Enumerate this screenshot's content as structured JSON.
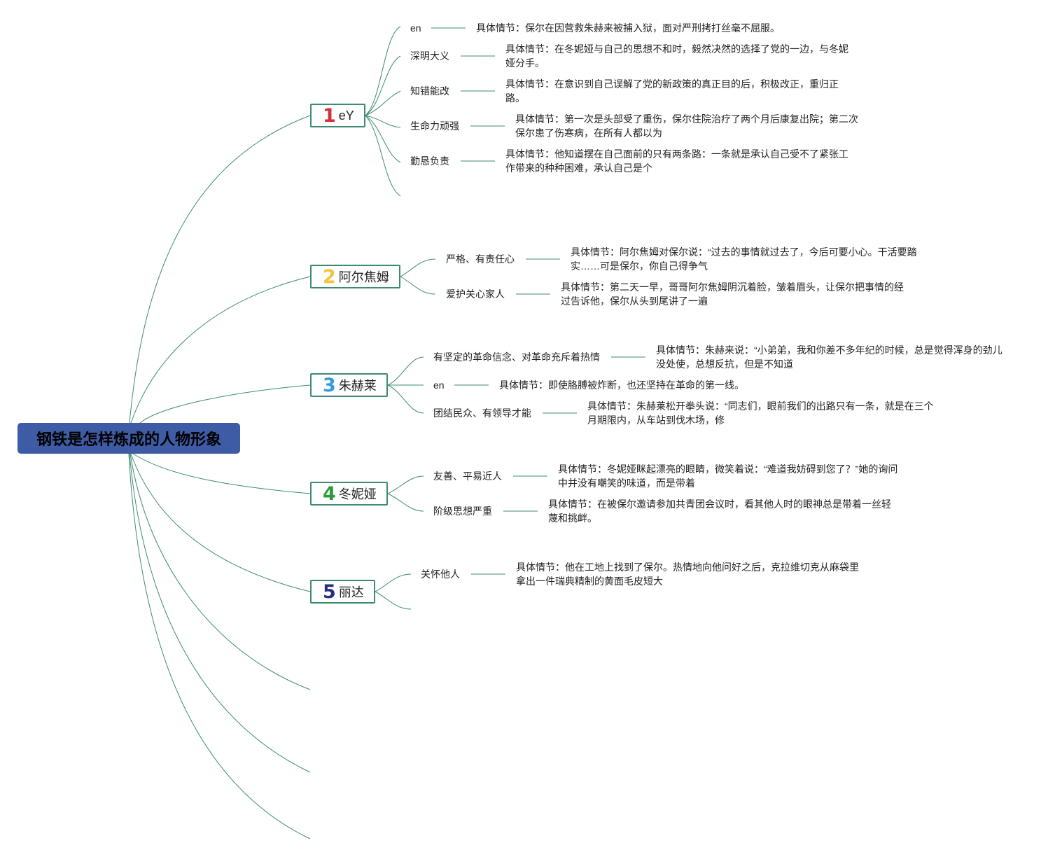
{
  "root": {
    "title": "钢铁是怎样炼成的人物形象"
  },
  "colors": {
    "root_fill": "#3e5ba5",
    "line": "#3f8a72",
    "num1": "#d32f3a",
    "num2": "#f2c53d",
    "num3": "#3a9ad9",
    "num4": "#2f9a3a",
    "num5": "#24307a"
  },
  "branches": [
    {
      "num": "1",
      "name": "eY",
      "traits": [
        {
          "label": "en",
          "detail": "具体情节：保尔在因营救朱赫来被捕入狱，面对严刑拷打丝毫不屈服。"
        },
        {
          "label": "深明大义",
          "detail": "具体情节：在冬妮娅与自己的思想不和时，毅然决然的选择了党的一边，与冬妮娅分手。"
        },
        {
          "label": "知错能改",
          "detail": "具体情节：在意识到自己误解了党的新政策的真正目的后，积极改正，重归正路。"
        },
        {
          "label": "生命力顽强",
          "detail": "具体情节：第一次是头部受了重伤，保尔住院治疗了两个月后康复出院；第二次保尔患了伤寒病，在所有人都以为"
        },
        {
          "label": "勤恳负责",
          "detail": "具体情节：他知道摆在自己面前的只有两条路：一条就是承认自己受不了紧张工作带来的种种困难，承认自己是个"
        }
      ]
    },
    {
      "num": "2",
      "name": "阿尔焦姆",
      "traits": [
        {
          "label": "严格、有责任心",
          "detail": "具体情节：阿尔焦姆对保尔说：“过去的事情就过去了，今后可要小心。干活要踏实……可是保尔，你自己得争气"
        },
        {
          "label": "爱护关心家人",
          "detail": "具体情节：第二天一早，哥哥阿尔焦姆阴沉着脸，皱着眉头，让保尔把事情的经过告诉他，保尔从头到尾讲了一遍"
        }
      ]
    },
    {
      "num": "3",
      "name": "朱赫莱",
      "traits": [
        {
          "label": "有坚定的革命信念、对革命充斥着热情",
          "detail": "具体情节：朱赫来说：“小弟弟，我和你差不多年纪的时候，总是觉得浑身的劲儿没处使，总想反抗，但是不知道"
        },
        {
          "label": "en",
          "detail": "具体情节：即使胳膊被炸断，也还坚持在革命的第一线。"
        },
        {
          "label": "团结民众、有领导才能",
          "detail": "具体情节：朱赫莱松开拳头说：“同志们，眼前我们的出路只有一条，就是在三个月期限内，从车站到伐木场，修"
        }
      ]
    },
    {
      "num": "4",
      "name": "冬妮娅",
      "traits": [
        {
          "label": "友善、平易近人",
          "detail": "具体情节：冬妮娅眯起漂亮的眼睛，微笑着说：“难道我妨碍到您了？”她的询问中并没有嘲笑的味道，而是带着"
        },
        {
          "label": "阶级思想严重",
          "detail": "具体情节：在被保尔邀请参加共青团会议时，看其他人时的眼神总是带着一丝轻蔑和挑衅。"
        }
      ]
    },
    {
      "num": "5",
      "name": "丽达",
      "traits": [
        {
          "label": "关怀他人",
          "detail": "具体情节：他在工地上找到了保尔。热情地向他问好之后，克拉维切克从麻袋里拿出一件瑞典精制的黄面毛皮短大"
        }
      ]
    }
  ]
}
